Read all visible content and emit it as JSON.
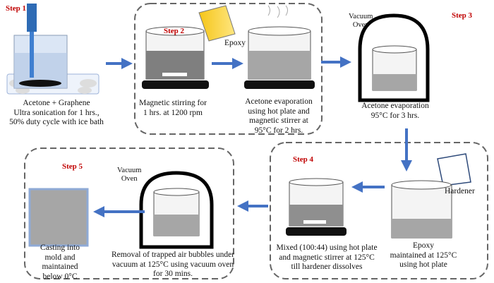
{
  "colors": {
    "step": "#c00000",
    "arrow": "#4472c4",
    "liquid_dark": "#7f7f7f",
    "liquid_light": "#a6a6a6"
  },
  "steps": [
    {
      "label": "Step 1",
      "caption": [
        "Acetone + Graphene",
        "Ultra sonication  for 1 hrs.,",
        "50% duty cycle with ice bath"
      ]
    },
    {
      "label": "Step 2",
      "caption_a": [
        "Magnetic stirring for",
        "1 hrs. at 1200 rpm"
      ],
      "caption_b": [
        "Acetone evaporation",
        "using hot plate and",
        "magnetic stirrer at",
        "95°C for 2 hrs."
      ],
      "epoxy": "Epoxy"
    },
    {
      "label": "Step 3",
      "oven": [
        "Vacuum",
        "Oven"
      ],
      "caption": [
        "Acetone evaporation",
        "95°C for 3 hrs."
      ]
    },
    {
      "label": "Step 4",
      "hardener": "Hardener",
      "caption_a": [
        "Epoxy",
        "maintained at 125°C",
        "using hot plate"
      ],
      "caption_b": [
        "Mixed (100:44) using hot plate",
        "and magnetic stirrer at 125°C",
        "till hardener dissolves"
      ]
    },
    {
      "label": "Step 5",
      "oven": [
        "Vacuum",
        "Oven"
      ],
      "caption_a": [
        "Removal of trapped air bubbles under",
        "vacuum at 125°C using vacuum oven",
        "for 30 mins."
      ],
      "caption_b": [
        "Casting into",
        "mold and",
        "maintained",
        "below 0°C"
      ]
    }
  ]
}
